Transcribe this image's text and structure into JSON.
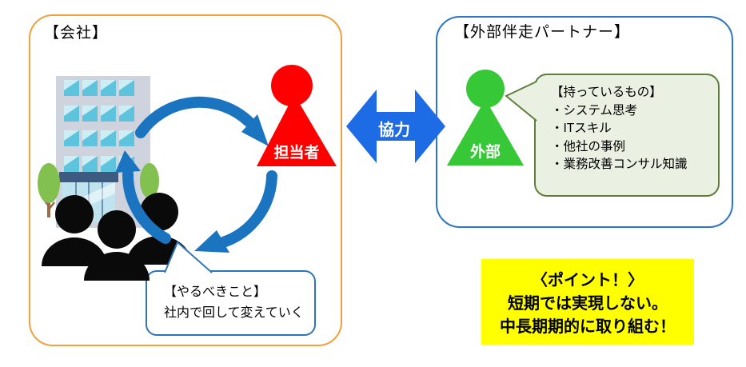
{
  "company": {
    "title": "【会社】",
    "person_label": "担当者",
    "callout": {
      "line1": "【やるべきこと】",
      "line2": "社内で回して変えていく"
    }
  },
  "cooperation_label": "協力",
  "partner": {
    "title": "【外部伴走パートナー】",
    "person_label": "外部",
    "bubble": {
      "lines": [
        "【持っているもの】",
        "・システム思考",
        "・ITスキル",
        "・他社の事例",
        "・業務改善コンサル知識"
      ]
    }
  },
  "point": {
    "lines": [
      "〈ポイント！〉",
      "短期では実現しない。",
      "中長期期的に取り組む！"
    ]
  },
  "colors": {
    "cycle_blue": "#1B74C0",
    "cooperation_arrow_blue": "#1E6BE6",
    "manager_red": "#FE0000",
    "partner_green": "#36C836",
    "company_box_orange": "#F0A03C",
    "partner_box_blue": "#2E75C6",
    "bubble_green_fill": "#EAF1E2",
    "bubble_green_border": "#5F7D3B",
    "point_yellow": "#FFFF00",
    "callout_border_blue": "#2E75B6",
    "building_gray": "#CFD3DE",
    "window_cyan": "#5EC4DE",
    "tree_green": "#82C04F",
    "silhouette_black": "#0A0A0A"
  },
  "icons": {
    "building": "building-icon",
    "trees": "tree-icon",
    "employees": "employees-group-icon",
    "cycle": "cycle-arrows-icon",
    "manager": "manager-pawn-icon",
    "partner": "partner-pawn-icon",
    "cooperation": "double-arrow-icon"
  }
}
